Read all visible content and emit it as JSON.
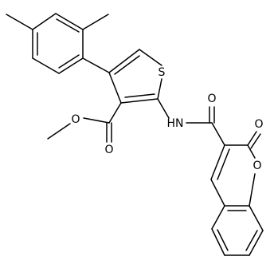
{
  "molecule": {
    "atoms": {
      "thiophene_s": "S",
      "ester_carbonyl_o": "O",
      "ester_ether_o": "O",
      "amide_nh": "HN",
      "amide_o": "O",
      "lactone_carbonyl_o": "O",
      "ring_o": "O"
    }
  },
  "colors": {
    "bond": "#000000",
    "label": "#000000",
    "background": "#ffffff"
  }
}
